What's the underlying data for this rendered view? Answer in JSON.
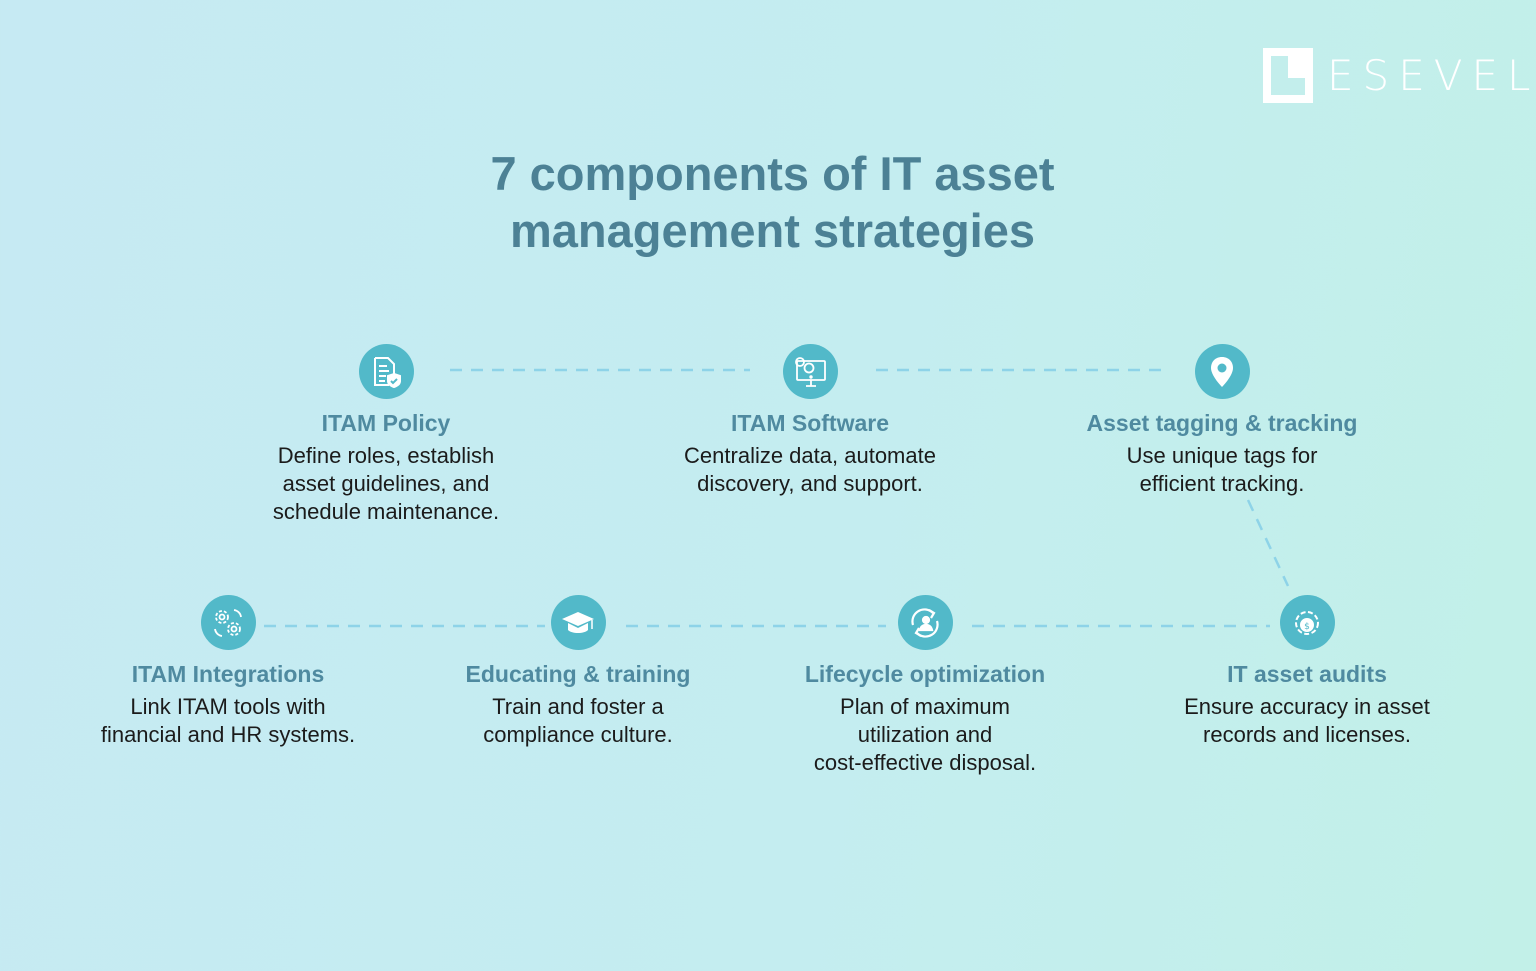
{
  "logo": {
    "text": "ESEVEL"
  },
  "title": {
    "line1": "7 components of IT asset",
    "line2": "management strategies"
  },
  "colors": {
    "icon_circle": "#52b9c9",
    "heading": "#4f8aa0",
    "title": "#4c8195",
    "connector": "#8ed3e8"
  },
  "items": [
    {
      "icon": "policy-document-shield-icon",
      "heading": "ITAM Policy",
      "lines": [
        "Define roles, establish",
        "asset guidelines, and",
        "schedule maintenance."
      ]
    },
    {
      "icon": "software-monitor-gears-icon",
      "heading": "ITAM Software",
      "lines": [
        "Centralize data, automate",
        "discovery, and support."
      ]
    },
    {
      "icon": "location-pin-icon",
      "heading": "Asset tagging & tracking",
      "lines": [
        "Use unique tags for",
        "efficient tracking."
      ]
    },
    {
      "icon": "integration-gears-icon",
      "heading": "ITAM Integrations",
      "lines": [
        "Link ITAM tools with",
        "financial and HR systems."
      ]
    },
    {
      "icon": "graduation-cap-icon",
      "heading": "Educating & training",
      "lines": [
        "Train and foster a",
        "compliance culture."
      ]
    },
    {
      "icon": "lifecycle-person-cycle-icon",
      "heading": "Lifecycle optimization",
      "lines": [
        "Plan of maximum",
        "utilization and",
        "cost-effective disposal."
      ]
    },
    {
      "icon": "audit-gear-money-icon",
      "heading": "IT asset audits",
      "lines": [
        "Ensure accuracy in asset",
        "records and licenses."
      ]
    }
  ]
}
